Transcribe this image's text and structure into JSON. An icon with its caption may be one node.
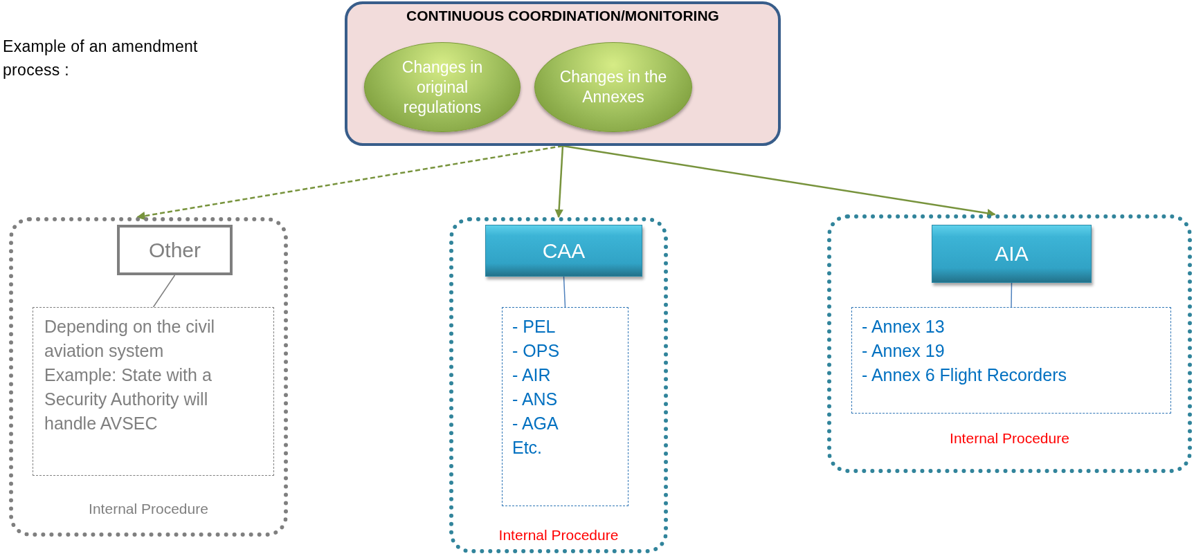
{
  "diagram": {
    "title": "Example of an amendment process :",
    "nodes": [
      {
        "text": [
          "CONTINUOUS COORDINATION/MONITORING"
        ]
      },
      {
        "text": [
          "Changes in original regulations"
        ],
        "in": 0
      },
      {
        "text": [
          "Changes in the Annexes"
        ],
        "in": 0
      },
      {
        "text": [
          "Internal Procedure"
        ]
      },
      {
        "text": [
          "Other"
        ],
        "in": 3
      },
      {
        "text": [
          "Depending on the civil aviation system",
          "Example: State with a Security Authority will handle AVSEC"
        ],
        "in": 3
      },
      {
        "text": [
          "Internal Procedure"
        ]
      },
      {
        "text": [
          "CAA"
        ],
        "in": 6
      },
      {
        "text": [
          "- PEL",
          "- OPS",
          "- AIR",
          "- ANS",
          "- AGA",
          "Etc."
        ],
        "in": 6
      },
      {
        "text": [
          "Internal Procedure"
        ]
      },
      {
        "text": [
          "AIA"
        ],
        "in": 9
      },
      {
        "text": [
          "- Annex 13",
          "- Annex 19",
          "- Annex 6 Flight Recorders"
        ],
        "in": 9
      }
    ],
    "edges": [
      {
        "from": 0,
        "to": 3,
        "arrow": "to",
        "style": "dashed"
      },
      {
        "from": 0,
        "to": 6,
        "arrow": "to"
      },
      {
        "from": 0,
        "to": 9,
        "arrow": "to"
      },
      {
        "from": 4,
        "to": 5,
        "arrow": "none",
        "color": "#7f7f7f"
      },
      {
        "from": 7,
        "to": 8,
        "arrow": "none",
        "color": "#4f81bd"
      },
      {
        "from": 10,
        "to": 11,
        "arrow": "none",
        "color": "#4f81bd"
      }
    ]
  }
}
